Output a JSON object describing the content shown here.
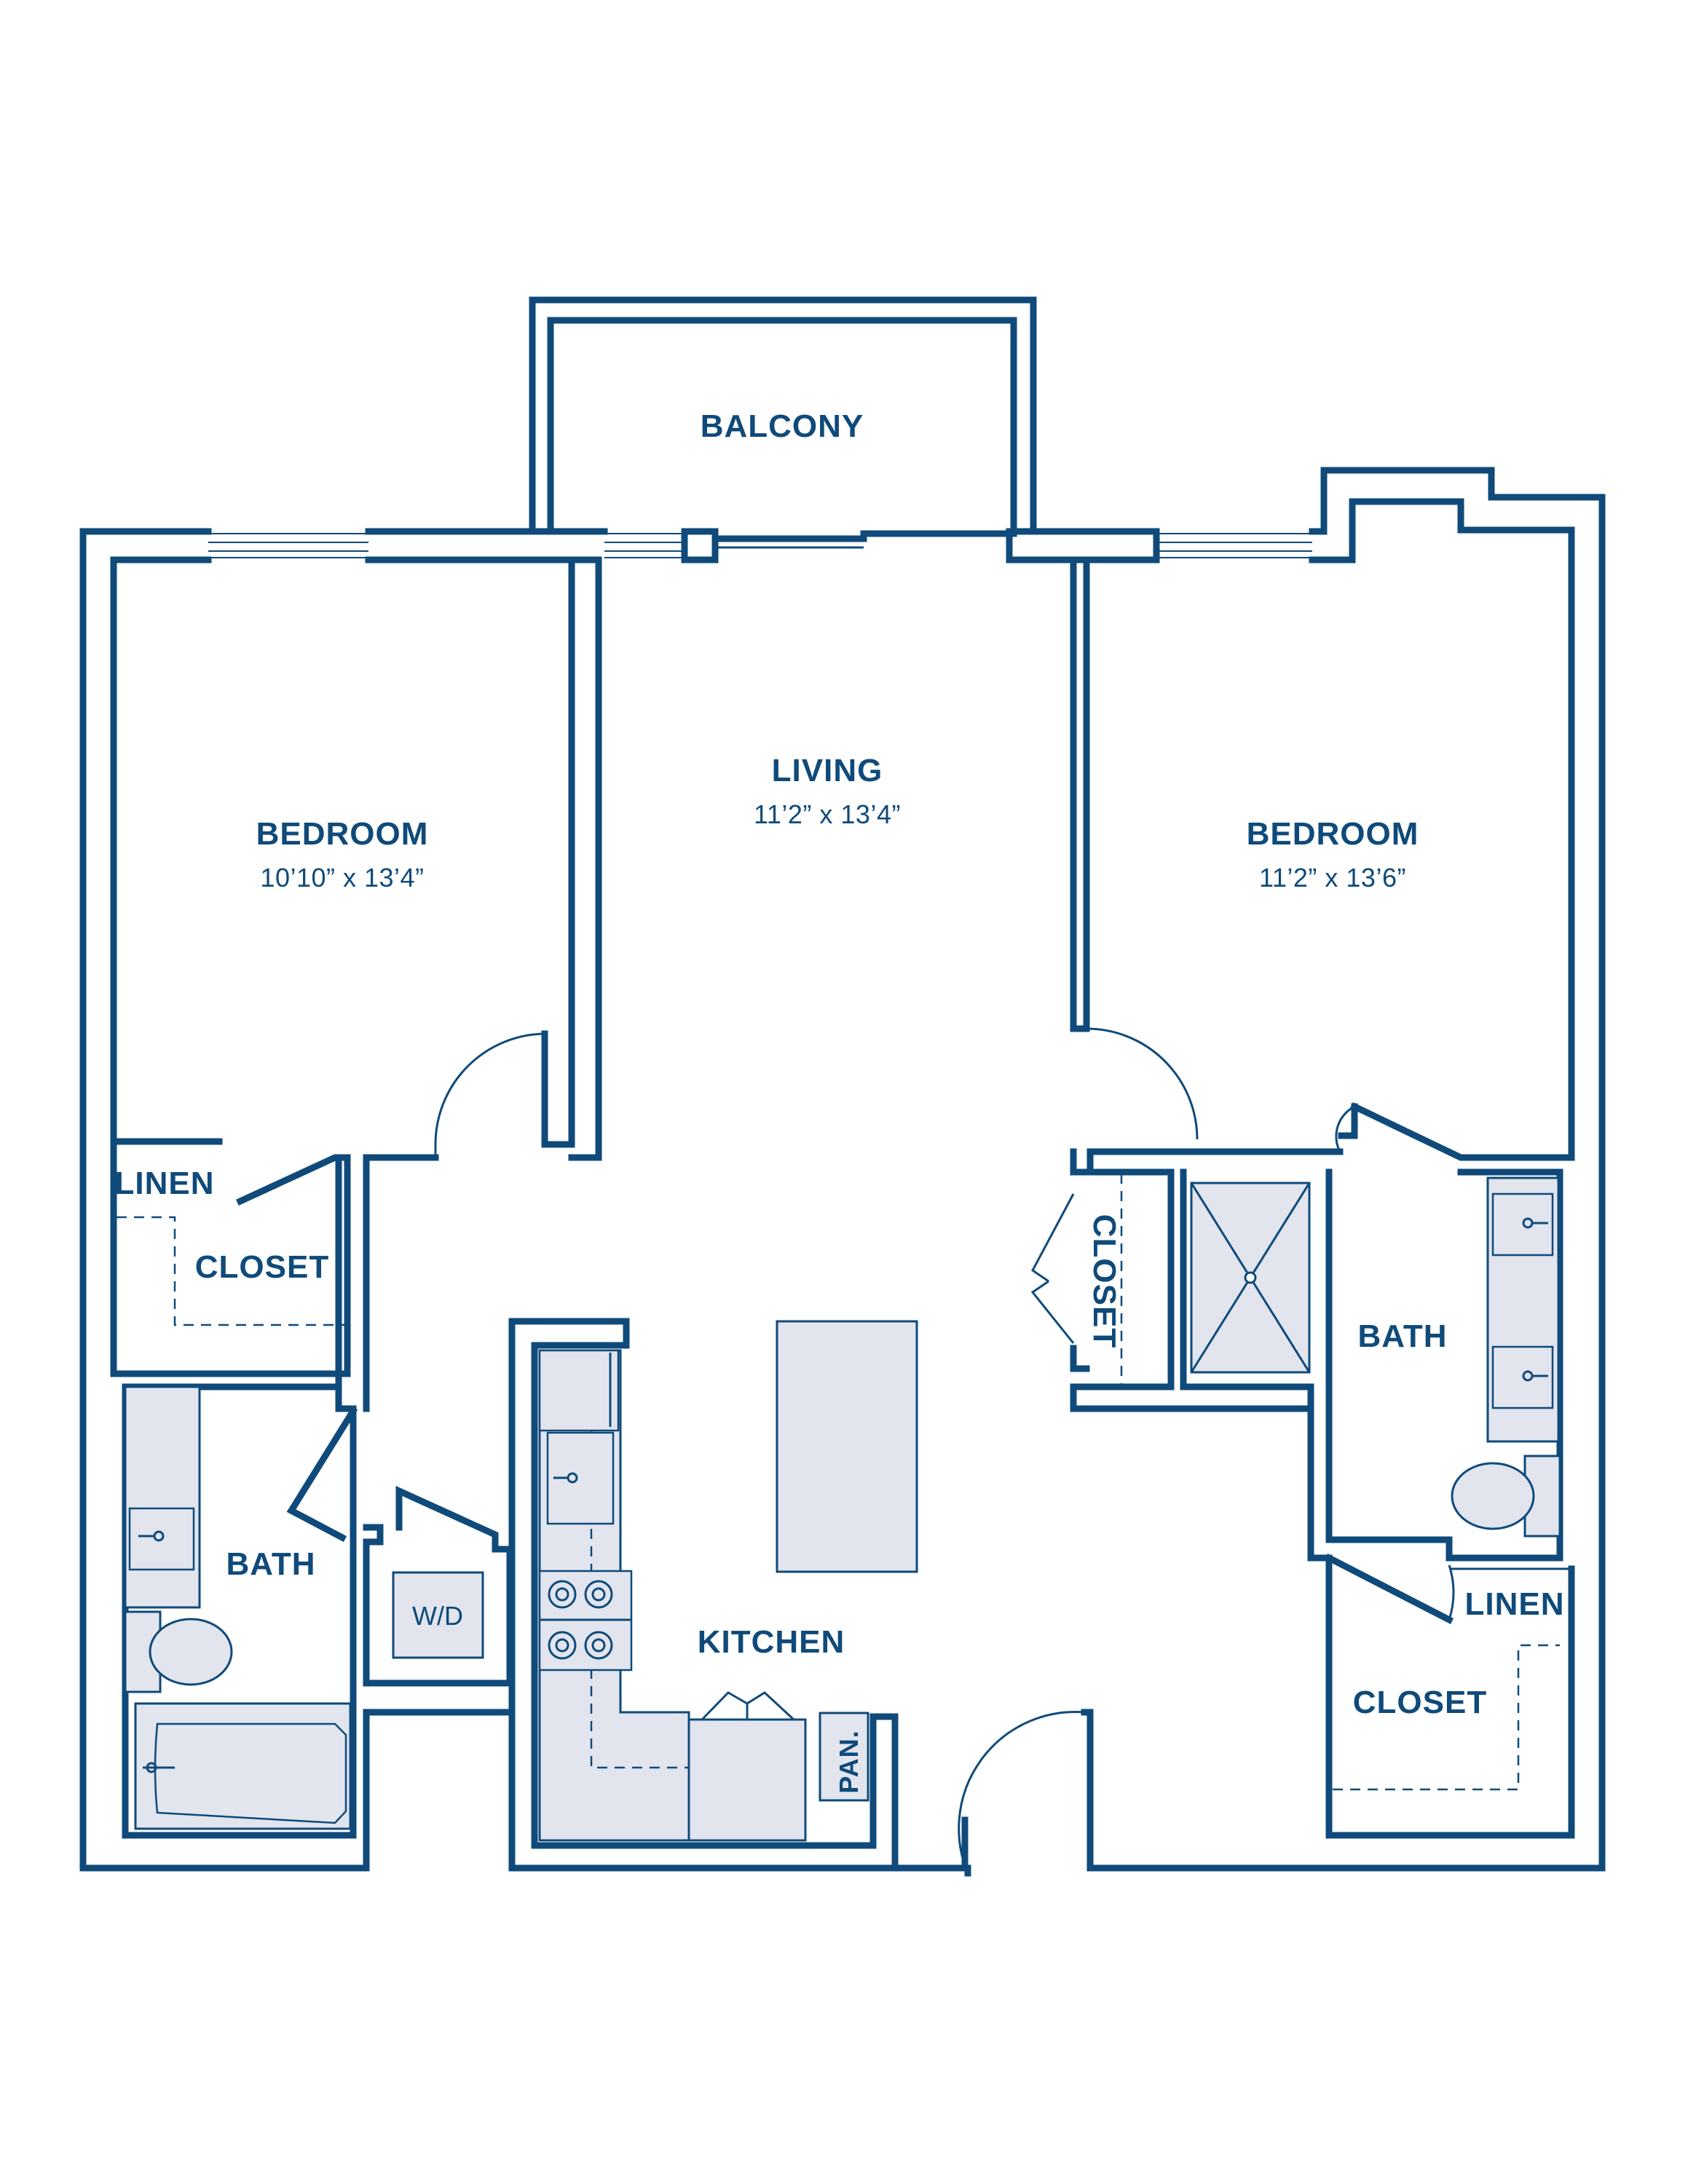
{
  "rooms": {
    "balcony": {
      "name": "BALCONY"
    },
    "living": {
      "name": "LIVING",
      "dimensions": "11’2” x 13’4”"
    },
    "bedroom_left": {
      "name": "BEDROOM",
      "dimensions": "10’10” x 13’4”"
    },
    "bedroom_right": {
      "name": "BEDROOM",
      "dimensions": "11’2” x 13’6”"
    },
    "linen_left": {
      "name": "LINEN"
    },
    "closet_left": {
      "name": "CLOSET"
    },
    "closet_center": {
      "name": "CLOSET"
    },
    "bath_left": {
      "name": "BATH"
    },
    "bath_right": {
      "name": "BATH"
    },
    "laundry": {
      "name": "W/D"
    },
    "kitchen": {
      "name": "KITCHEN"
    },
    "pantry": {
      "name": "PAN."
    },
    "linen_right": {
      "name": "LINEN"
    },
    "closet_right": {
      "name": "CLOSET"
    }
  },
  "colors": {
    "wall": "#0f4a7a",
    "fixture_fill": "#e2e5ee",
    "background": "#ffffff"
  }
}
